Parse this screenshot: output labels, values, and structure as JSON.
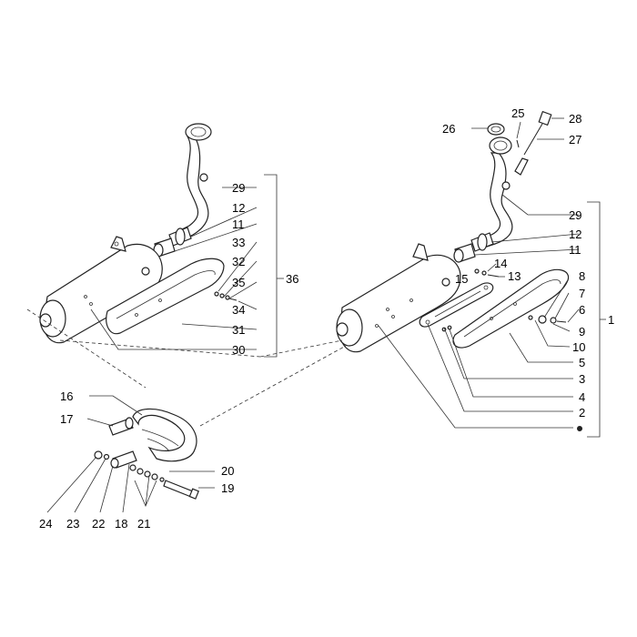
{
  "labels": {
    "l1": "1",
    "l2": "2",
    "l3": "3",
    "l4": "4",
    "l5": "5",
    "l6": "6",
    "l7": "7",
    "l8": "8",
    "l9": "9",
    "l10": "10",
    "l11a": "11",
    "l11b": "11",
    "l12a": "12",
    "l12b": "12",
    "l13": "13",
    "l14": "14",
    "l15": "15",
    "l16": "16",
    "l17": "17",
    "l18": "18",
    "l19": "19",
    "l20": "20",
    "l21": "21",
    "l22": "22",
    "l23": "23",
    "l24": "24",
    "l25": "25",
    "l26": "26",
    "l27": "27",
    "l28": "28",
    "l29a": "29",
    "l29b": "29",
    "l30": "30",
    "l31": "31",
    "l32": "32",
    "l33": "33",
    "l34": "34",
    "l35": "35",
    "l36": "36"
  }
}
